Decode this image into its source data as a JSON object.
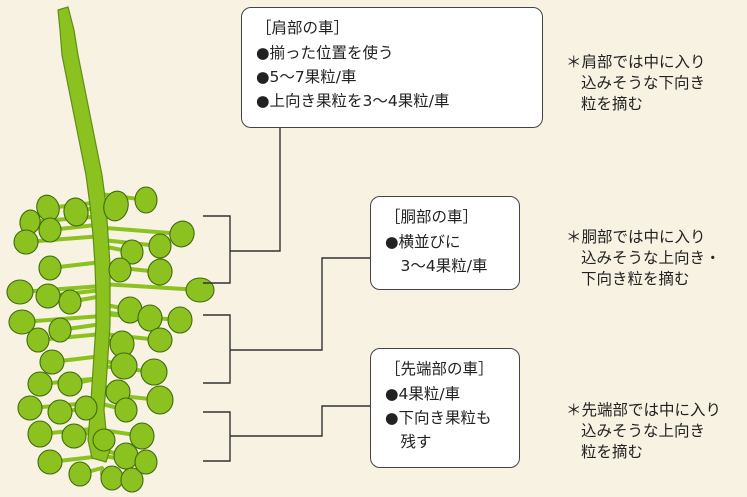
{
  "colors": {
    "background": "#f8f2e2",
    "stem": "#8cc21f",
    "stem_edge": "#5e8f12",
    "berry": "#8cc21f",
    "berry_edge": "#3f6b0c",
    "line": "#333333"
  },
  "boxes": {
    "shoulder": {
      "title": "［肩部の車］",
      "items": [
        "●揃った位置を使う",
        "●5～7果粒/車",
        "●上向き果粒を3～4果粒/車"
      ]
    },
    "body": {
      "title": "［胴部の車］",
      "items": [
        "●横並びに",
        "　3～4果粒/車"
      ]
    },
    "tip": {
      "title": "［先端部の車］",
      "items": [
        "●4果粒/車",
        "●下向き果粒も",
        "　残す"
      ]
    }
  },
  "notes": {
    "shoulder": [
      "＊肩部では中に入り",
      "込みそうな下向き",
      "粒を摘む"
    ],
    "body": [
      "＊胴部では中に入り",
      "込みそうな上向き・",
      "下向き粒を摘む"
    ],
    "tip": [
      "＊先端部では中に入り",
      "込みそうな上向き",
      "粒を摘む"
    ]
  }
}
